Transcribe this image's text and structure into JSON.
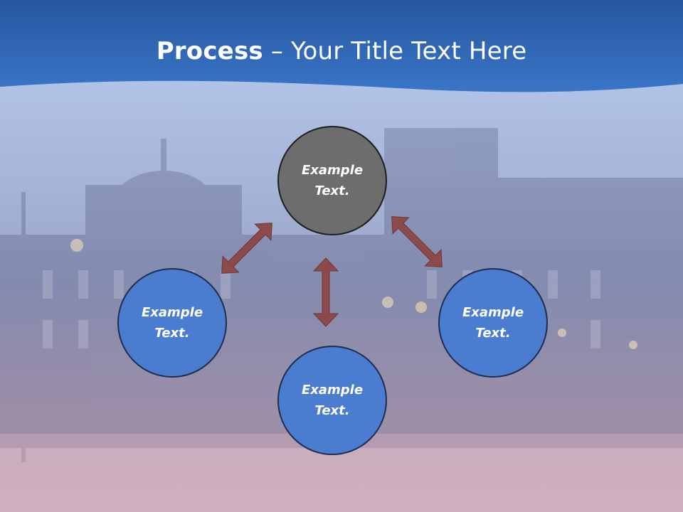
{
  "title": {
    "bold": "Process",
    "rest": " – Your Title Text Here"
  },
  "nodes": {
    "top": "Example Text.",
    "left": "Example Text.",
    "right": "Example Text.",
    "bottom": "Example Text."
  },
  "colors": {
    "header_blue": "#2f66b8",
    "node_blue": "#4a7dd0",
    "node_gray": "#6d6d6d",
    "arrow": "#8c4a4a"
  },
  "arrows": [
    {
      "from": "top",
      "to": "left",
      "type": "double-headed"
    },
    {
      "from": "top",
      "to": "right",
      "type": "double-headed"
    },
    {
      "from": "top",
      "to": "bottom",
      "type": "double-headed"
    }
  ]
}
